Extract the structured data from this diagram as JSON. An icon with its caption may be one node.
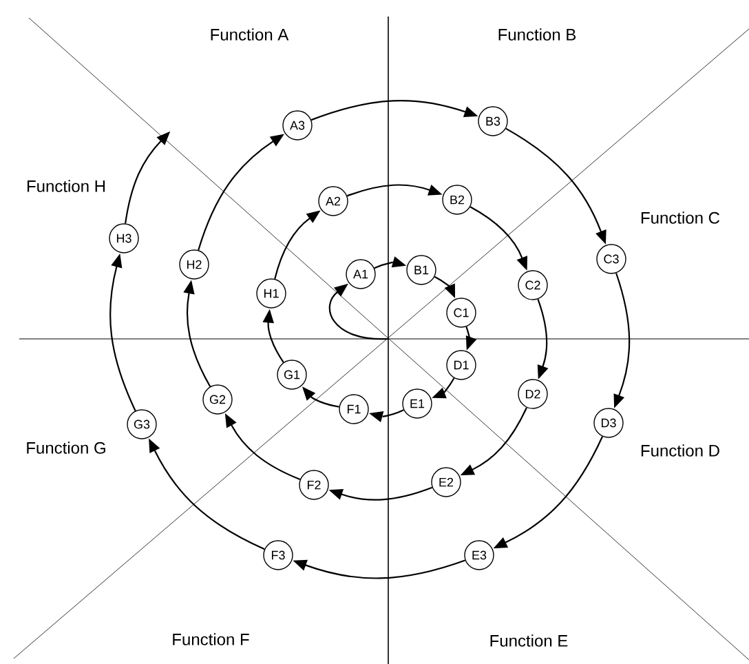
{
  "diagram": {
    "nodes": [
      {
        "text": [
          "A1"
        ]
      },
      {
        "text": [
          "B1"
        ]
      },
      {
        "text": [
          "C1"
        ]
      },
      {
        "text": [
          "D1"
        ]
      },
      {
        "text": [
          "E1"
        ]
      },
      {
        "text": [
          "F1"
        ]
      },
      {
        "text": [
          "G1"
        ]
      },
      {
        "text": [
          "H1"
        ]
      },
      {
        "text": [
          "A2"
        ]
      },
      {
        "text": [
          "B2"
        ]
      },
      {
        "text": [
          "C2"
        ]
      },
      {
        "text": [
          "D2"
        ]
      },
      {
        "text": [
          "E2"
        ]
      },
      {
        "text": [
          "F2"
        ]
      },
      {
        "text": [
          "G2"
        ]
      },
      {
        "text": [
          "H2"
        ]
      },
      {
        "text": [
          "A3"
        ]
      },
      {
        "text": [
          "B3"
        ]
      },
      {
        "text": [
          "C3"
        ]
      },
      {
        "text": [
          "D3"
        ]
      },
      {
        "text": [
          "E3"
        ]
      },
      {
        "text": [
          "F3"
        ]
      },
      {
        "text": [
          "G3"
        ]
      },
      {
        "text": [
          "H3"
        ]
      }
    ],
    "edges": [
      {
        "from": null,
        "to": 0,
        "arrow": "to"
      },
      {
        "from": 0,
        "to": 1,
        "arrow": "to"
      },
      {
        "from": 1,
        "to": 2,
        "arrow": "to"
      },
      {
        "from": 2,
        "to": 3,
        "arrow": "to"
      },
      {
        "from": 3,
        "to": 4,
        "arrow": "to"
      },
      {
        "from": 4,
        "to": 5,
        "arrow": "to"
      },
      {
        "from": 5,
        "to": 6,
        "arrow": "to"
      },
      {
        "from": 6,
        "to": 7,
        "arrow": "to"
      },
      {
        "from": 7,
        "to": 8,
        "arrow": "to"
      },
      {
        "from": 8,
        "to": 9,
        "arrow": "to"
      },
      {
        "from": 9,
        "to": 10,
        "arrow": "to"
      },
      {
        "from": 10,
        "to": 11,
        "arrow": "to"
      },
      {
        "from": 11,
        "to": 12,
        "arrow": "to"
      },
      {
        "from": 12,
        "to": 13,
        "arrow": "to"
      },
      {
        "from": 13,
        "to": 14,
        "arrow": "to"
      },
      {
        "from": 14,
        "to": 15,
        "arrow": "to"
      },
      {
        "from": 15,
        "to": 16,
        "arrow": "to"
      },
      {
        "from": 16,
        "to": 17,
        "arrow": "to"
      },
      {
        "from": 17,
        "to": 18,
        "arrow": "to"
      },
      {
        "from": 18,
        "to": 19,
        "arrow": "to"
      },
      {
        "from": 19,
        "to": 20,
        "arrow": "to"
      },
      {
        "from": 20,
        "to": 21,
        "arrow": "to"
      },
      {
        "from": 21,
        "to": 22,
        "arrow": "to"
      },
      {
        "from": 22,
        "to": 23,
        "arrow": "to"
      },
      {
        "from": 23,
        "to": null,
        "arrow": "to"
      }
    ],
    "labels": [
      "Function A",
      "Function B",
      "Function C",
      "Function D",
      "Function E",
      "Function F",
      "Function G",
      "Function H"
    ]
  }
}
